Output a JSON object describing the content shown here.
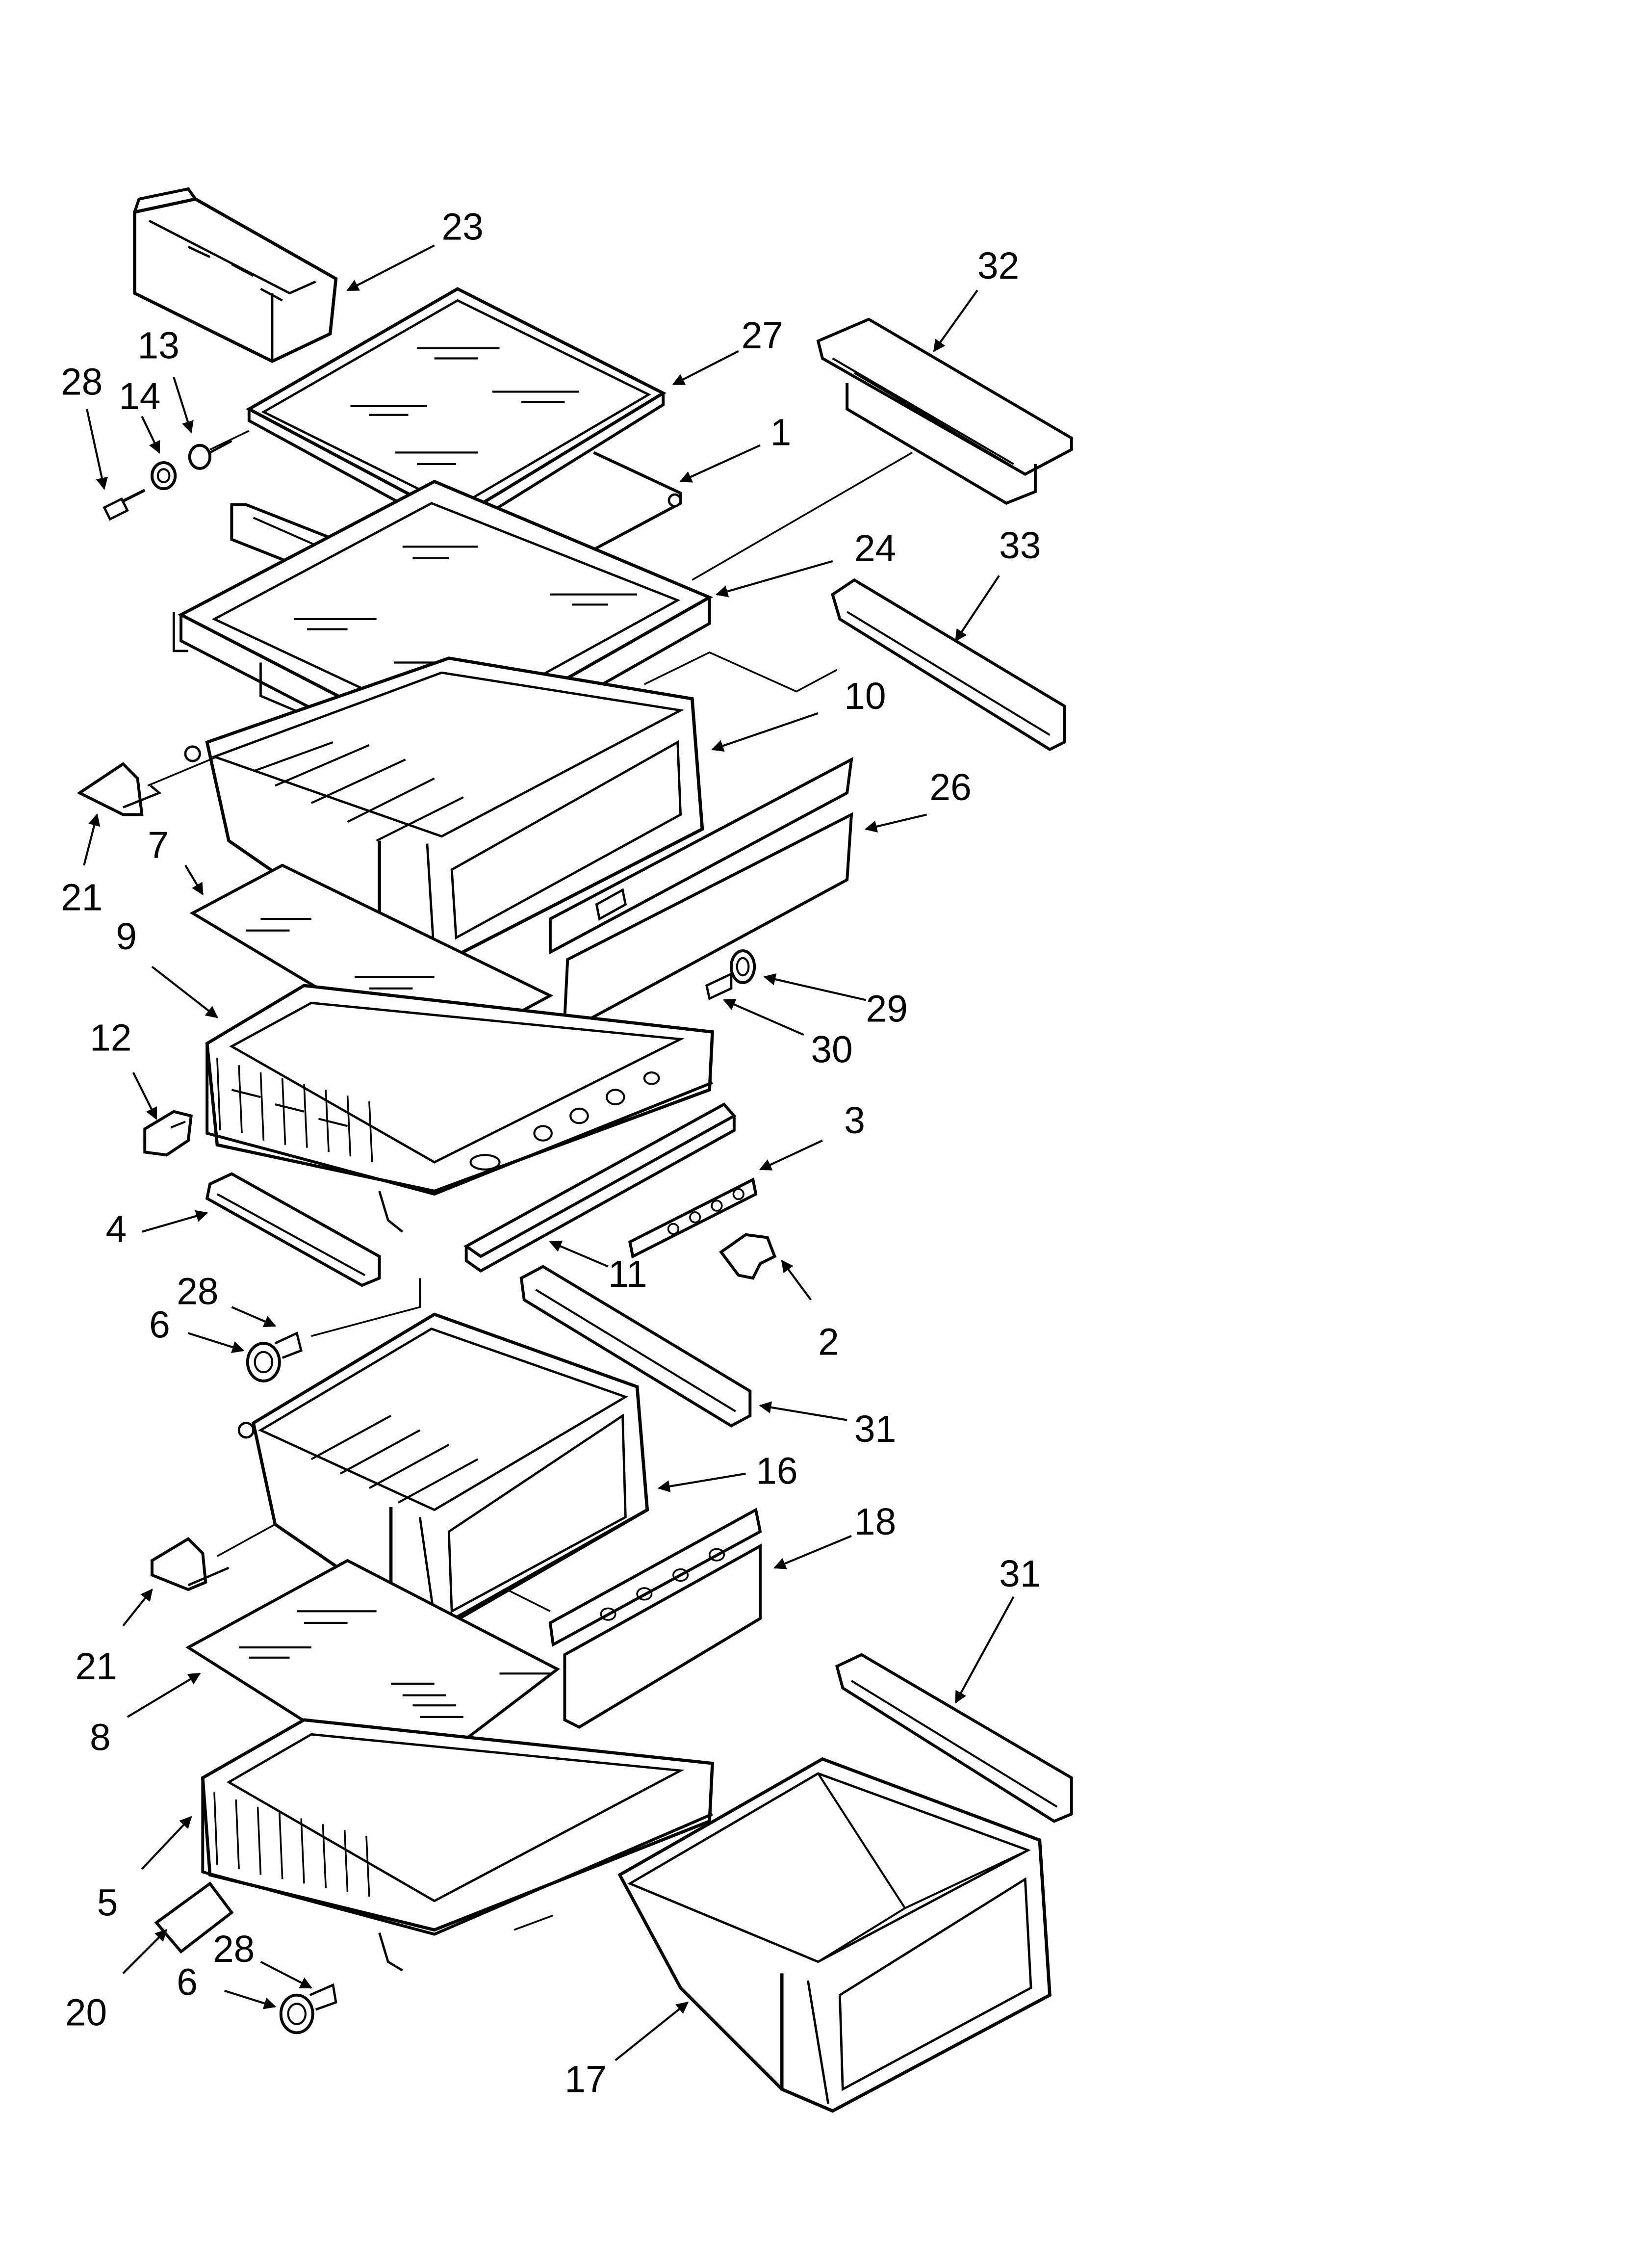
{
  "callouts": {
    "c23": "23",
    "c27": "27",
    "c13": "13",
    "c28a": "28",
    "c14": "14",
    "c32": "32",
    "c1": "1",
    "c24": "24",
    "c33": "33",
    "c10": "10",
    "c26": "26",
    "c21a": "21",
    "c7": "7",
    "c9": "9",
    "c29": "29",
    "c30": "30",
    "c12": "12",
    "c3": "3",
    "c4": "4",
    "c11": "11",
    "c28b": "28",
    "c6a": "6",
    "c2": "2",
    "c31a": "31",
    "c16": "16",
    "c18": "18",
    "c21b": "21",
    "c31b": "31",
    "c8": "8",
    "c5": "5",
    "c28c": "28",
    "c20": "20",
    "c6b": "6",
    "c17": "17"
  }
}
